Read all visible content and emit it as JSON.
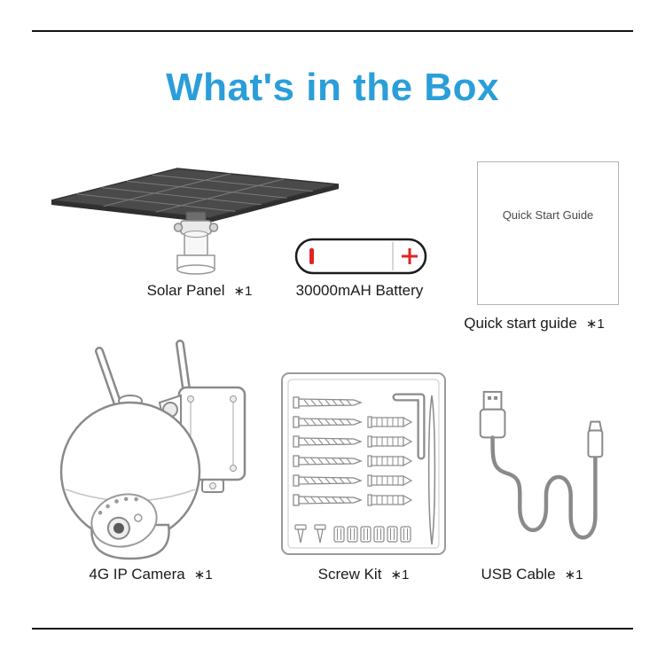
{
  "title": "What's in the Box",
  "colors": {
    "title": "#2B9EDA",
    "battery_accent": "#E02424",
    "frame_line": "#121212",
    "line_art": "#8a8a8a"
  },
  "items": {
    "solar_panel": {
      "label": "Solar Panel",
      "qty": "∗1"
    },
    "battery": {
      "label": "30000mAH Battery"
    },
    "quick_start_guide": {
      "label": "Quick start guide",
      "qty": "∗1",
      "card_text": "Quick Start Guide"
    },
    "ip_camera": {
      "label": "4G IP Camera",
      "qty": "∗1"
    },
    "screw_kit": {
      "label": "Screw Kit",
      "qty": "∗1"
    },
    "usb_cable": {
      "label": "USB Cable",
      "qty": "∗1"
    }
  }
}
